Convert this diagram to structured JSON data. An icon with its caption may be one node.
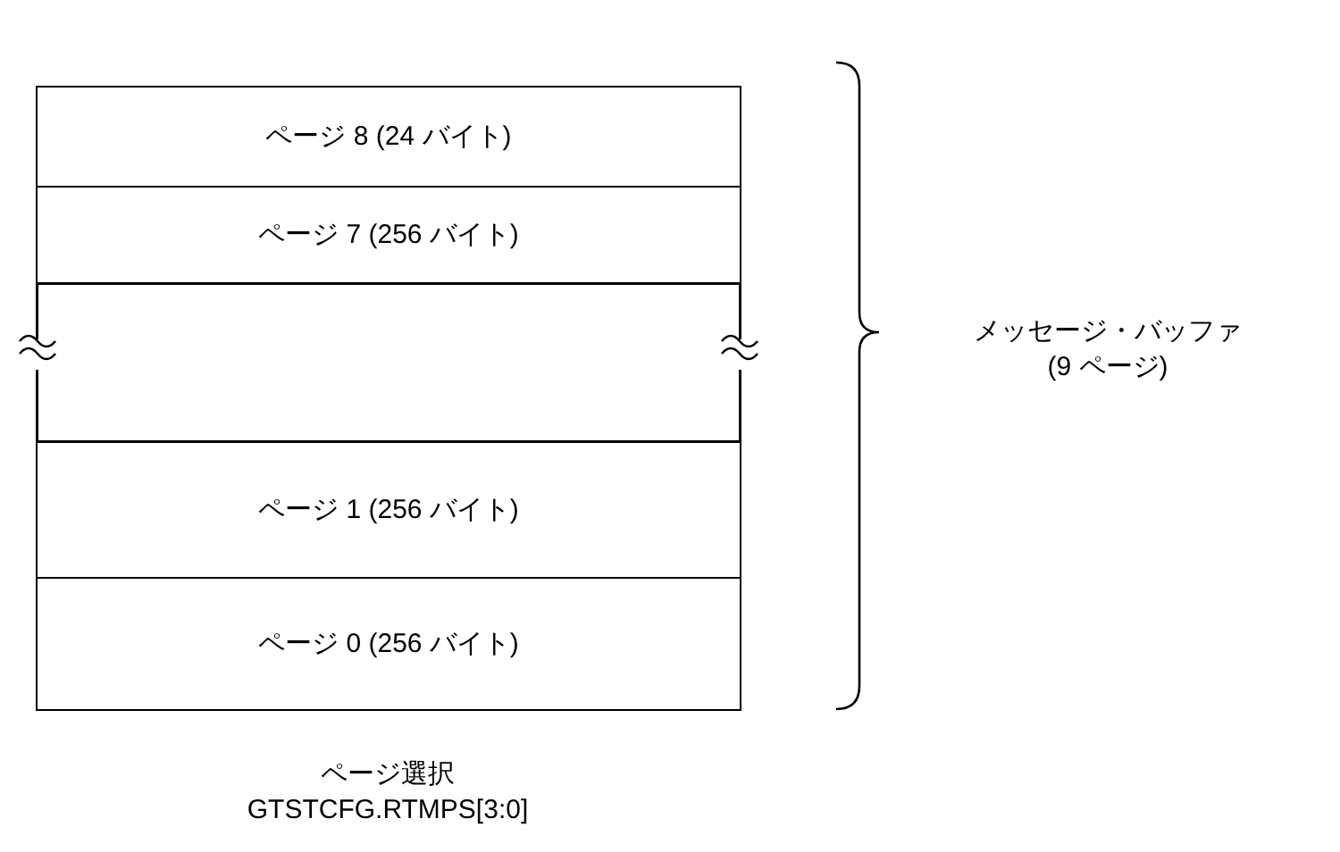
{
  "diagram": {
    "nodes": [
      {
        "text": [
          "ページ 8 (24 バイト)"
        ]
      },
      {
        "text": [
          "ページ 7 (256 バイト)"
        ]
      },
      {
        "text": [],
        "shape": "box"
      },
      {
        "text": [
          "ページ 1 (256 バイト)"
        ]
      },
      {
        "text": [
          "ページ 0 (256 バイト)"
        ]
      }
    ],
    "labels": [
      "メッセージ・バッファ (9 ページ)",
      "ページ選択 GTSTCFG.RTMPS[3:0]"
    ]
  }
}
